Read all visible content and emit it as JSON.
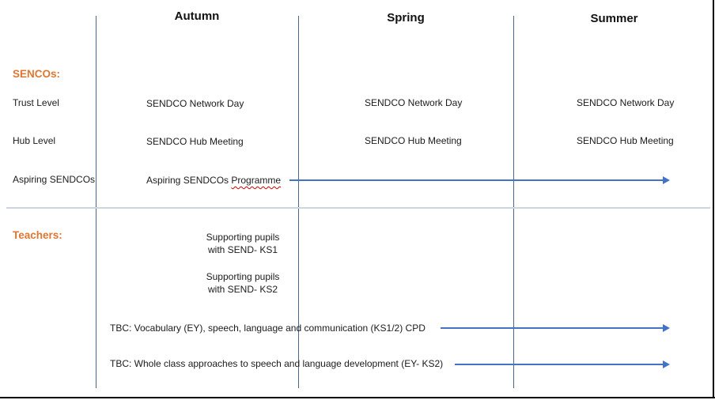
{
  "colors": {
    "accent_orange": "#E0762F",
    "line_blue": "#44688F",
    "divider": "#CCD6E2",
    "arrow_blue": "#4472C4",
    "squiggle_red": "#D40000",
    "border_black": "#000000"
  },
  "headers": {
    "autumn": "Autumn",
    "spring": "Spring",
    "summer": "Summer"
  },
  "senco_section": {
    "title": "SENCOs:",
    "rows": [
      {
        "label": "Trust Level",
        "autumn": "SENDCO Network Day",
        "spring": "SENDCO Network Day",
        "summer": "SENDCO Network Day"
      },
      {
        "label": "Hub Level",
        "autumn": "SENDCO Hub Meeting",
        "spring": "SENDCO Hub Meeting",
        "summer": "SENDCO Hub Meeting"
      },
      {
        "label": "Aspiring SENDCOs",
        "autumn_prefix": "Aspiring SENDCOs ",
        "autumn_misspelled": "Programme"
      }
    ]
  },
  "teachers_section": {
    "title": "Teachers:",
    "course_blocks": [
      {
        "line1": "Supporting pupils",
        "line2": "with SEND- KS1"
      },
      {
        "line1": "Supporting pupils",
        "line2": "with SEND- KS2"
      }
    ],
    "tbc_items": [
      "TBC: Vocabulary (EY), speech, language and communication (KS1/2) CPD",
      "TBC: Whole class approaches to speech and language development (EY- KS2)"
    ]
  }
}
